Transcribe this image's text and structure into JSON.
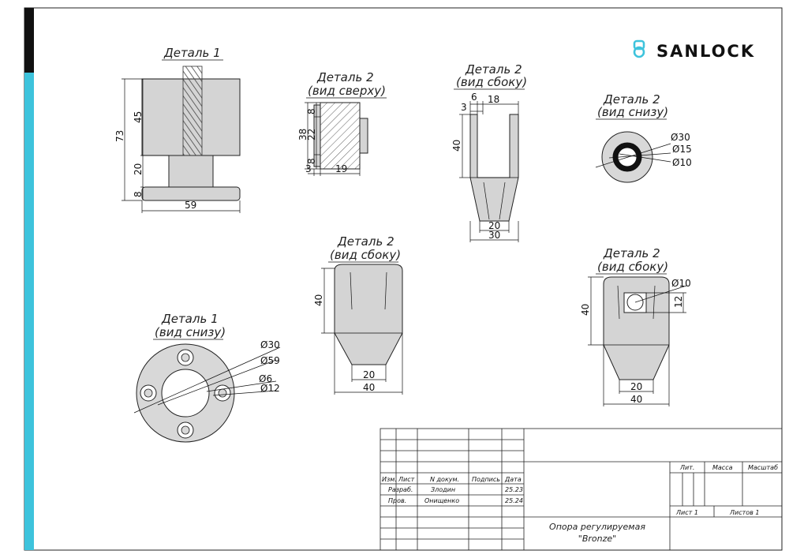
{
  "brand": {
    "name": "SANLOCK",
    "accent": "#3ec3dc",
    "dark": "#111111"
  },
  "views": {
    "d1_side": {
      "title": "Деталь 1",
      "dims": {
        "h_total": "73",
        "h_thread": "45",
        "h_mid": "20",
        "h_base": "8",
        "w_base": "59"
      }
    },
    "d2_top": {
      "title": "Деталь 2",
      "subtitle": "(вид сверху)",
      "dims": {
        "h_total": "38",
        "h_inner": "22",
        "h_top": "8",
        "h_bottom": "8",
        "w_left": "3",
        "w_main": "19"
      }
    },
    "d2_side_a": {
      "title": "Деталь 2",
      "subtitle": "(вид сбоку)",
      "dims": {
        "w_slot": "6",
        "w_top": "18",
        "w_wall": "3",
        "h": "40",
        "w_bottom": "20",
        "w_total": "30"
      }
    },
    "d2_bottom": {
      "title": "Деталь 2",
      "subtitle": "(вид снизу)",
      "dims": {
        "d_outer": "Ø30",
        "d_mid": "Ø15",
        "d_inner": "Ø10"
      }
    },
    "d2_side_b": {
      "title": "Деталь 2",
      "subtitle": "(вид сбоку)",
      "dims": {
        "h": "40",
        "w_bottom": "20",
        "w_total": "40"
      }
    },
    "d2_side_c": {
      "title": "Деталь 2",
      "subtitle": "(вид сбоку)",
      "dims": {
        "d_hole": "Ø10",
        "h_hole": "12",
        "h": "40",
        "w_bottom": "20",
        "w_total": "40"
      }
    },
    "d1_bottom": {
      "title": "Деталь 1",
      "subtitle": "(вид снизу)",
      "dims": {
        "d1": "Ø30",
        "d2": "Ø59",
        "d3": "Ø6",
        "d4": "Ø12"
      }
    }
  },
  "titleblock": {
    "headers": [
      "Изм.",
      "Лист",
      "N докум.",
      "Подпись",
      "Дата"
    ],
    "row1": {
      "role": "Разраб.",
      "name": "Злодин",
      "date": "25.23"
    },
    "row2": {
      "role": "Пров.",
      "name": "Онищенко",
      "date": "25.24"
    },
    "lit": "Лит.",
    "mass": "Масса",
    "scale": "Масштаб",
    "sheet": "Лист 1",
    "sheets": "Листов 1",
    "name_line1": "Опора регулируемая",
    "name_line2": "\"Bronze\""
  }
}
